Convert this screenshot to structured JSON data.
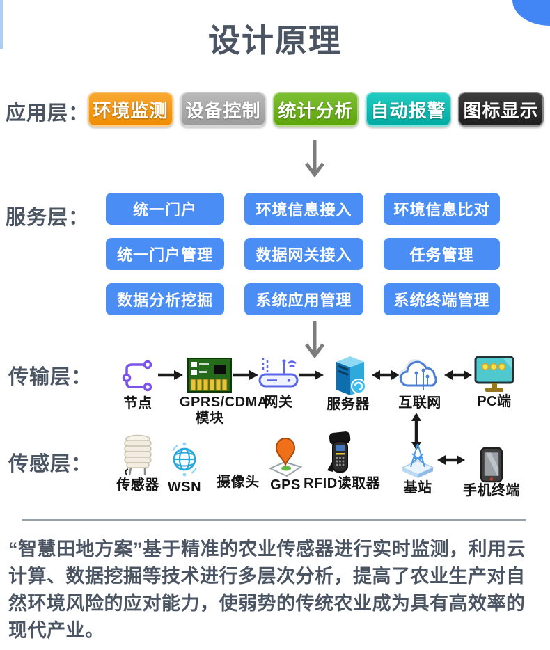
{
  "title": "设计原理",
  "colors": {
    "accent_blue": "#4285F4",
    "service_button_blue": "#4A8DF5",
    "app_orange": "#F6980E",
    "app_gray": "#A8A8A8",
    "app_green": "#6DB024",
    "app_teal": "#12BFB5",
    "app_black": "#2B2B2B",
    "text_dark": "#4B5462"
  },
  "app_layer": {
    "label": "应用层：",
    "buttons": [
      {
        "label": "环境监测",
        "color": "#F6980E"
      },
      {
        "label": "设备控制",
        "color": "#A8A8A8"
      },
      {
        "label": "统计分析",
        "color": "#6DB024"
      },
      {
        "label": "自动报警",
        "color": "#12BFB5"
      },
      {
        "label": "图标显示",
        "color": "#2B2B2B"
      }
    ]
  },
  "service_layer": {
    "label": "服务层：",
    "rows": [
      [
        "统一门户",
        "环境信息接入",
        "环境信息比对"
      ],
      [
        "统一门户管理",
        "数据网关接入",
        "任务管理"
      ],
      [
        "数据分析挖掘",
        "系统应用管理",
        "系统终端管理"
      ]
    ]
  },
  "transport_layer": {
    "label": "传输层：",
    "nodes": [
      {
        "label": "节点"
      },
      {
        "label": "GPRS/CDMA",
        "label2": "模块"
      },
      {
        "label": "网关"
      },
      {
        "label": "服务器"
      },
      {
        "label": "互联网"
      },
      {
        "label": "PC端"
      }
    ]
  },
  "sensor_layer": {
    "label": "传感层：",
    "nodes": [
      {
        "label": "传感器"
      },
      {
        "label": "WSN"
      },
      {
        "label": "摄像头"
      },
      {
        "label": "GPS"
      },
      {
        "label": "RFID读取器"
      },
      {
        "label": "基站"
      },
      {
        "label": "手机终端"
      }
    ]
  },
  "description": "“智慧田地方案”基于精准的农业传感器进行实时监测，利用云计算、数据挖掘等技术进行多层次分析，提高了农业生产对自然环境风险的应对能力，使弱势的传统农业成为具有高效率的现代产业。"
}
